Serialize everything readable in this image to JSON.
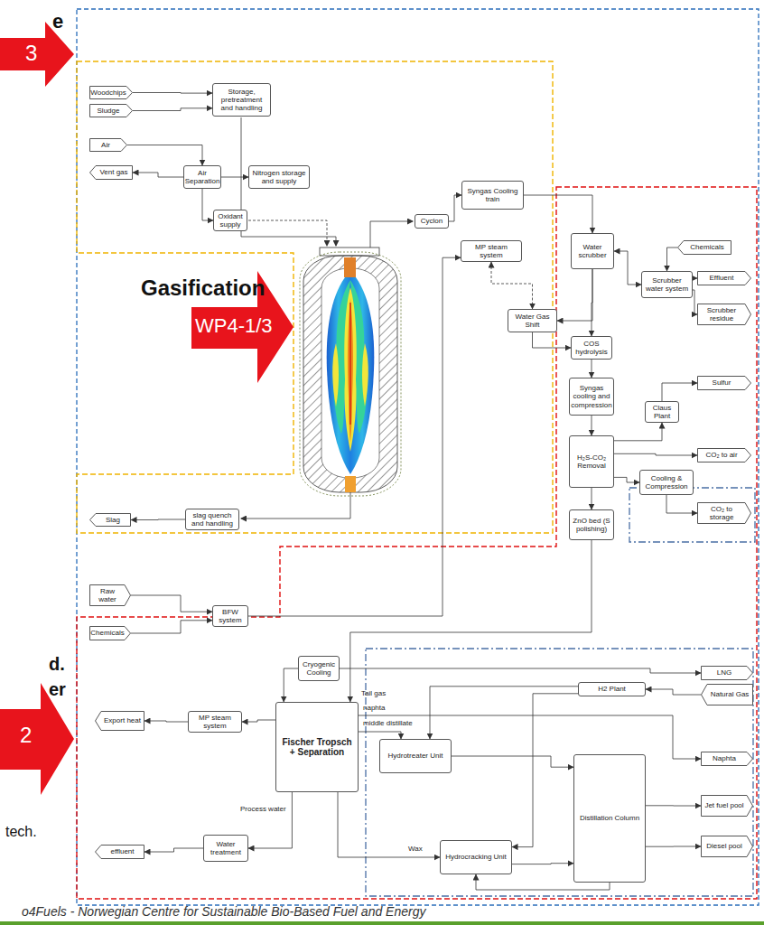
{
  "diagram": {
    "nodes": [
      {
        "text": [
          "Woodchips"
        ]
      },
      {
        "text": [
          "Sludge"
        ]
      },
      {
        "text": [
          "Storage, pretreatment and handling"
        ]
      },
      {
        "text": [
          "Air"
        ]
      },
      {
        "text": [
          "Vent gas"
        ]
      },
      {
        "text": [
          "Air Separation"
        ]
      },
      {
        "text": [
          "Nitrogen storage and supply"
        ]
      },
      {
        "text": [
          "Oxidant supply"
        ]
      },
      {
        "text": [
          "Cyclon"
        ]
      },
      {
        "text": [
          "Syngas Cooling train"
        ]
      },
      {
        "text": [
          "MP steam system"
        ]
      },
      {
        "text": [
          "Water scrubber"
        ]
      },
      {
        "text": [
          "Chemicals"
        ]
      },
      {
        "text": [
          "Scrubber water system"
        ]
      },
      {
        "text": [
          "Effluent"
        ]
      },
      {
        "text": [
          "Scrubber residue"
        ]
      },
      {
        "text": [
          "Water Gas Shift"
        ]
      },
      {
        "text": [
          "COS hydrolysis"
        ]
      },
      {
        "text": [
          "Syngas cooling and compression"
        ]
      },
      {
        "text": [
          "Sulfur"
        ]
      },
      {
        "text": [
          "Claus Plant"
        ]
      },
      {
        "text": [
          "H₂S-CO₂ Removal"
        ]
      },
      {
        "text": [
          "CO₂ to air"
        ]
      },
      {
        "text": [
          "Cooling & Compression"
        ]
      },
      {
        "text": [
          "CO₂ to storage"
        ]
      },
      {
        "text": [
          "ZnO bed (S polishing)"
        ]
      },
      {
        "text": [
          "Slag"
        ]
      },
      {
        "text": [
          "slag quench and handling"
        ]
      },
      {
        "text": [
          "Raw water"
        ]
      },
      {
        "text": [
          "Chemicals"
        ]
      },
      {
        "text": [
          "BFW system"
        ]
      },
      {
        "text": [
          "Cryogenic Cooling"
        ]
      },
      {
        "text": [
          "LNG"
        ]
      },
      {
        "text": [
          "Export heat"
        ]
      },
      {
        "text": [
          "MP steam system"
        ]
      },
      {
        "text": [
          "Fischer Tropsch + Separation"
        ]
      },
      {
        "text": [
          "H2 Plant"
        ]
      },
      {
        "text": [
          "Natural Gas"
        ]
      },
      {
        "text": [
          "Hydrotreater Unit"
        ]
      },
      {
        "text": [
          "Distillation Column"
        ]
      },
      {
        "text": [
          "Naphta"
        ]
      },
      {
        "text": [
          "Jet fuel pool"
        ]
      },
      {
        "text": [
          "Diesel pool"
        ]
      },
      {
        "text": [
          "effluent"
        ]
      },
      {
        "text": [
          "Water treatment"
        ]
      },
      {
        "text": [
          "Hydrocracking Unit"
        ]
      }
    ],
    "edges": [
      {
        "from": 0,
        "to": 2,
        "arrow": "to"
      },
      {
        "from": 1,
        "to": 2,
        "arrow": "to"
      },
      {
        "from": 3,
        "to": 5,
        "arrow": "to"
      },
      {
        "from": 5,
        "to": 4,
        "arrow": "to"
      },
      {
        "from": 5,
        "to": 6,
        "arrow": "to"
      },
      {
        "from": 5,
        "to": 7,
        "arrow": "to"
      },
      {
        "from": 8,
        "to": 9,
        "arrow": "to"
      },
      {
        "from": 9,
        "to": 11,
        "arrow": "to"
      },
      {
        "from": 12,
        "to": 13,
        "arrow": "to"
      },
      {
        "from": 13,
        "to": 14,
        "arrow": "to"
      },
      {
        "from": 13,
        "to": 15,
        "arrow": "to"
      },
      {
        "from": 11,
        "to": 13,
        "arrow": "both"
      },
      {
        "from": 11,
        "to": 16,
        "arrow": "to"
      },
      {
        "from": 11,
        "to": 17,
        "arrow": "to"
      },
      {
        "from": 16,
        "to": 17,
        "arrow": "to"
      },
      {
        "from": 10,
        "to": 16,
        "arrow": "both"
      },
      {
        "from": 17,
        "to": 18,
        "arrow": "to"
      },
      {
        "from": 18,
        "to": 21,
        "arrow": "to"
      },
      {
        "from": 21,
        "to": 20,
        "arrow": "to"
      },
      {
        "from": 20,
        "to": 19,
        "arrow": "to"
      },
      {
        "from": 21,
        "to": 22,
        "arrow": "to"
      },
      {
        "from": 21,
        "to": 23,
        "arrow": "to"
      },
      {
        "from": 23,
        "to": 24,
        "arrow": "to"
      },
      {
        "from": 21,
        "to": 25,
        "arrow": "to"
      },
      {
        "from": 25,
        "to": 35,
        "arrow": "to"
      },
      {
        "from": 31,
        "to": 32,
        "arrow": "to"
      },
      {
        "from": 31,
        "to": 35,
        "arrow": "to"
      },
      {
        "from": 27,
        "to": 26,
        "arrow": "to"
      },
      {
        "from": 28,
        "to": 30,
        "arrow": "to"
      },
      {
        "from": 29,
        "to": 30,
        "arrow": "to"
      },
      {
        "from": 30,
        "to": 10,
        "arrow": "to"
      },
      {
        "from": 35,
        "to": 34,
        "arrow": "to"
      },
      {
        "from": 34,
        "to": 33,
        "arrow": "to"
      },
      {
        "from": 35,
        "to": 40,
        "arrow": "to"
      },
      {
        "from": 35,
        "to": 38,
        "arrow": "to"
      },
      {
        "from": 35,
        "to": 45,
        "arrow": "to"
      },
      {
        "from": 38,
        "to": 39,
        "arrow": "to"
      },
      {
        "from": 45,
        "to": 39,
        "arrow": "to"
      },
      {
        "from": 39,
        "to": 45,
        "arrow": "to"
      },
      {
        "from": 39,
        "to": 41,
        "arrow": "to"
      },
      {
        "from": 39,
        "to": 42,
        "arrow": "to"
      },
      {
        "from": 37,
        "to": 36,
        "arrow": "to"
      },
      {
        "from": 36,
        "to": 38,
        "arrow": "to"
      },
      {
        "from": 36,
        "to": 45,
        "arrow": "to"
      },
      {
        "from": 35,
        "to": 44,
        "arrow": "to"
      },
      {
        "from": 44,
        "to": 43,
        "arrow": "to"
      }
    ],
    "labels": [
      "e",
      "3",
      "Gasification",
      "WP4-1/3",
      "d.",
      "er",
      "2",
      "tech.",
      "Tail gas",
      "naphta",
      "middle distillate",
      "Process water",
      "Wax",
      "o4Fuels - Norwegian Centre for Sustainable Bio-Based Fuel and Energy"
    ]
  }
}
